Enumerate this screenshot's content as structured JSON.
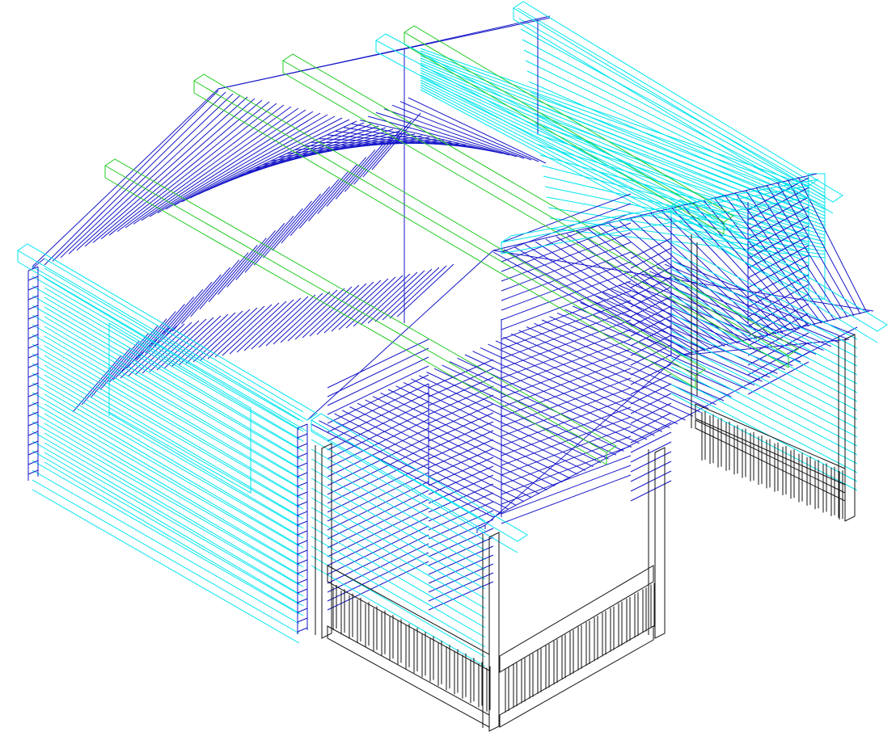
{
  "colors": {
    "background": "#ffffff",
    "structure_dark_blue": "#1616c8",
    "siding_cyan": "#00e5ee",
    "purlin_green": "#22cc22",
    "railing_black": "#111111"
  },
  "layers": [
    {
      "id": "rear-wall",
      "color_key": "siding_cyan"
    },
    {
      "id": "roof-slats",
      "color_key": "structure_dark_blue"
    },
    {
      "id": "purlins",
      "color_key": "purlin_green"
    },
    {
      "id": "side-wall",
      "color_key": "siding_cyan"
    },
    {
      "id": "porch-railing",
      "color_key": "railing_black"
    }
  ]
}
